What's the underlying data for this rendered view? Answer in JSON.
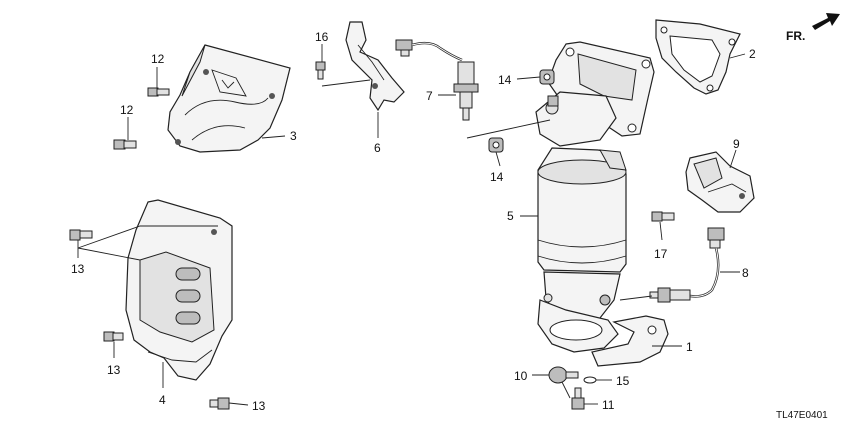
{
  "direction_label": "FR.",
  "diagram_code": "TL47E0401",
  "callouts": {
    "c1": "1",
    "c2": "2",
    "c3": "3",
    "c4": "4",
    "c5": "5",
    "c6": "6",
    "c7": "7",
    "c8": "8",
    "c9": "9",
    "c10": "10",
    "c11": "11",
    "c12a": "12",
    "c12b": "12",
    "c13a": "13",
    "c13b": "13",
    "c13c": "13",
    "c14a": "14",
    "c14b": "14",
    "c15": "15",
    "c16": "16",
    "c17": "17"
  }
}
